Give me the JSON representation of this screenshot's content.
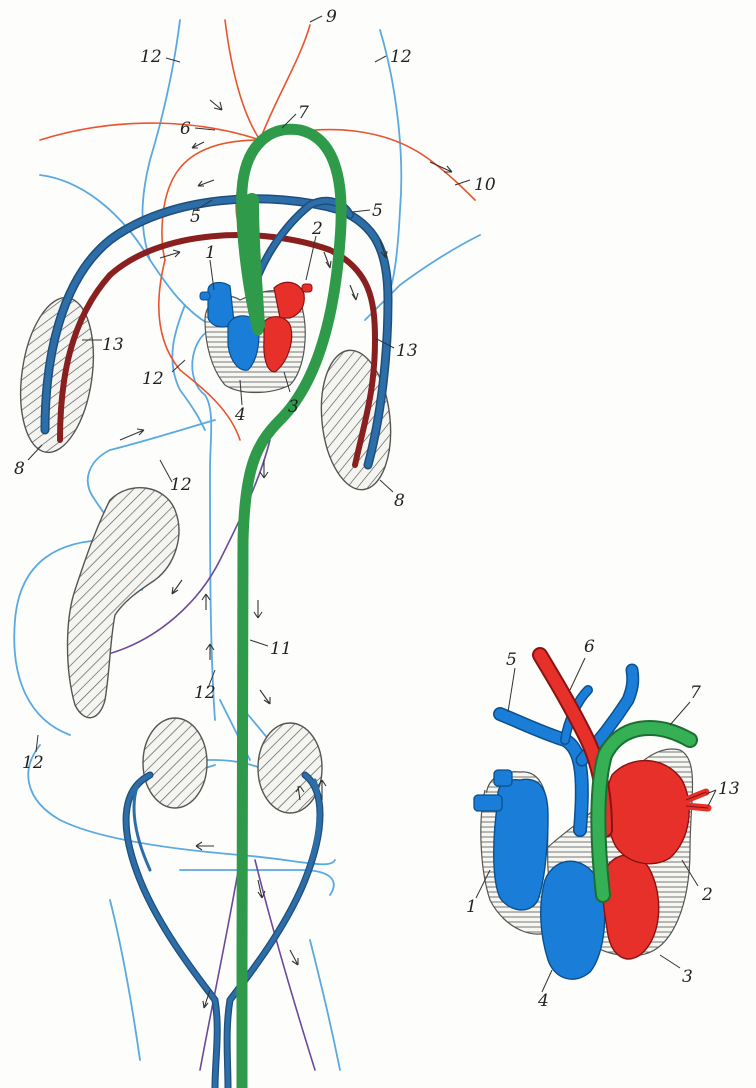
{
  "labels": {
    "l1": "1",
    "l2": "2",
    "l3": "3",
    "l4": "4",
    "l5": "5",
    "l6": "6",
    "l7": "7",
    "l8": "8",
    "l9": "9",
    "l10": "10",
    "l11": "11",
    "l12": "12",
    "l13": "13"
  },
  "colors": {
    "venous_blue": "#2d6ea8",
    "capillary_blue": "#5aa9e0",
    "arterial_red": "#e8552e",
    "dark_red": "#8a1f1f",
    "heart_red": "#e8302a",
    "heart_blue": "#1a7ed8",
    "lymph_green": "#2e9a4a",
    "purple": "#6a4a9a"
  }
}
